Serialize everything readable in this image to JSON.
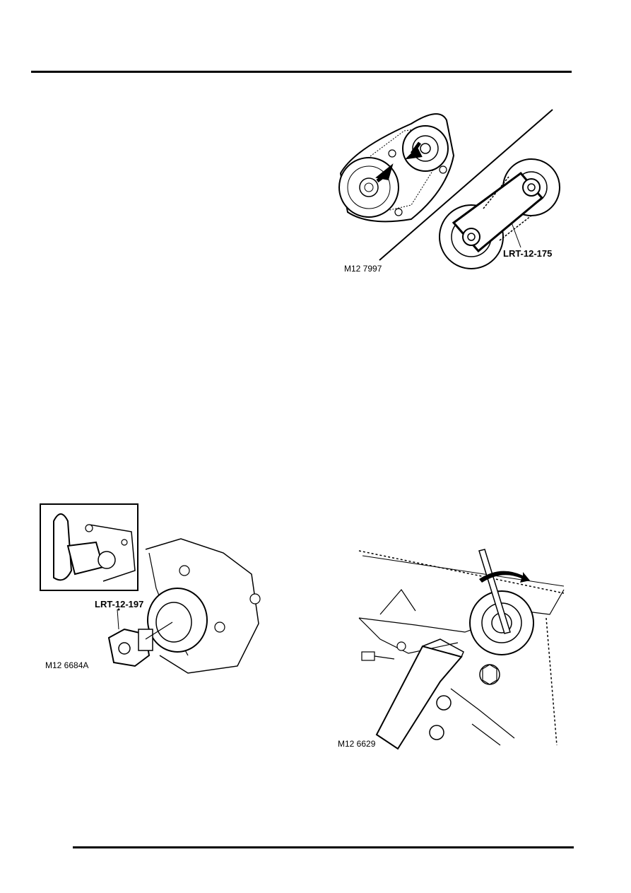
{
  "figures": [
    {
      "ref": "M12 7997",
      "tool_label": "LRT-12-175"
    },
    {
      "ref": "M12 6684A",
      "tool_label": "LRT-12-197"
    },
    {
      "ref": "M12 6629"
    }
  ]
}
